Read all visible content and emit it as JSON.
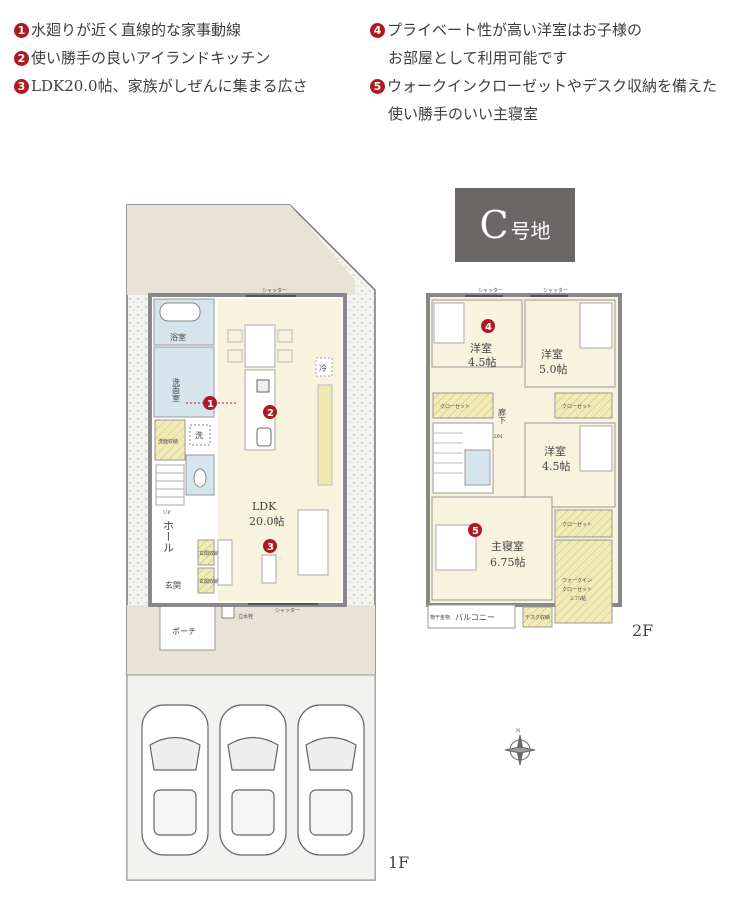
{
  "features": {
    "left": [
      {
        "num": "1",
        "text": "水廻りが近く直線的な家事動線"
      },
      {
        "num": "2",
        "text": "使い勝手の良いアイランドキッチン"
      },
      {
        "num": "3",
        "text": "LDK20.0帖、家族がしぜんに集まる広さ"
      }
    ],
    "right": [
      {
        "num": "4",
        "text": "プライベート性が高い洋室はお子様の",
        "text2": "お部屋として利用可能です"
      },
      {
        "num": "5",
        "text": "ウォークインクローゼットやデスク収納を備えた",
        "text2": "使い勝手のいい主寝室"
      }
    ]
  },
  "lot_label": {
    "letter": "C",
    "suffix": "号地"
  },
  "floor1": {
    "label": "1F",
    "rooms": {
      "bath": "浴室",
      "washroom": "洗面室",
      "washer": "洗",
      "wash_storage": "洗面収納",
      "hall": "ホール",
      "entry_storage_1": "玄関収納",
      "entry_storage_2": "玄関収納",
      "entrance": "玄関",
      "porch": "ポーチ",
      "fridge": "冷",
      "ldk": "LDK",
      "ldk_size": "20.0帖",
      "up": "UP",
      "faucet": "立水栓",
      "shutter": "シャッター"
    }
  },
  "floor2": {
    "label": "2F",
    "rooms": {
      "room_a": "洋室",
      "room_a_size": "4.5帖",
      "room_b": "洋室",
      "room_b_size": "5.0帖",
      "room_c": "洋室",
      "room_c_size": "4.5帖",
      "master": "主寝室",
      "master_size": "6.75帖",
      "closet": "クローゼット",
      "corridor": "廊下",
      "wic": "ウォークイン",
      "wic2": "クローゼット",
      "wic_size": "2.75帖",
      "desk": "デスク収納",
      "laundry": "物干金物",
      "balcony": "バルコニー",
      "dn": "DN",
      "shutter": "シャッター"
    }
  },
  "compass": {
    "north": "N"
  },
  "markers": [
    "1",
    "2",
    "3",
    "4",
    "5"
  ],
  "colors": {
    "marker": "#b01822",
    "lot_box": "#6b6766",
    "wet_area": "#d6e4ee",
    "storage": "#f1ebb8",
    "floor": "#f7f3df"
  }
}
